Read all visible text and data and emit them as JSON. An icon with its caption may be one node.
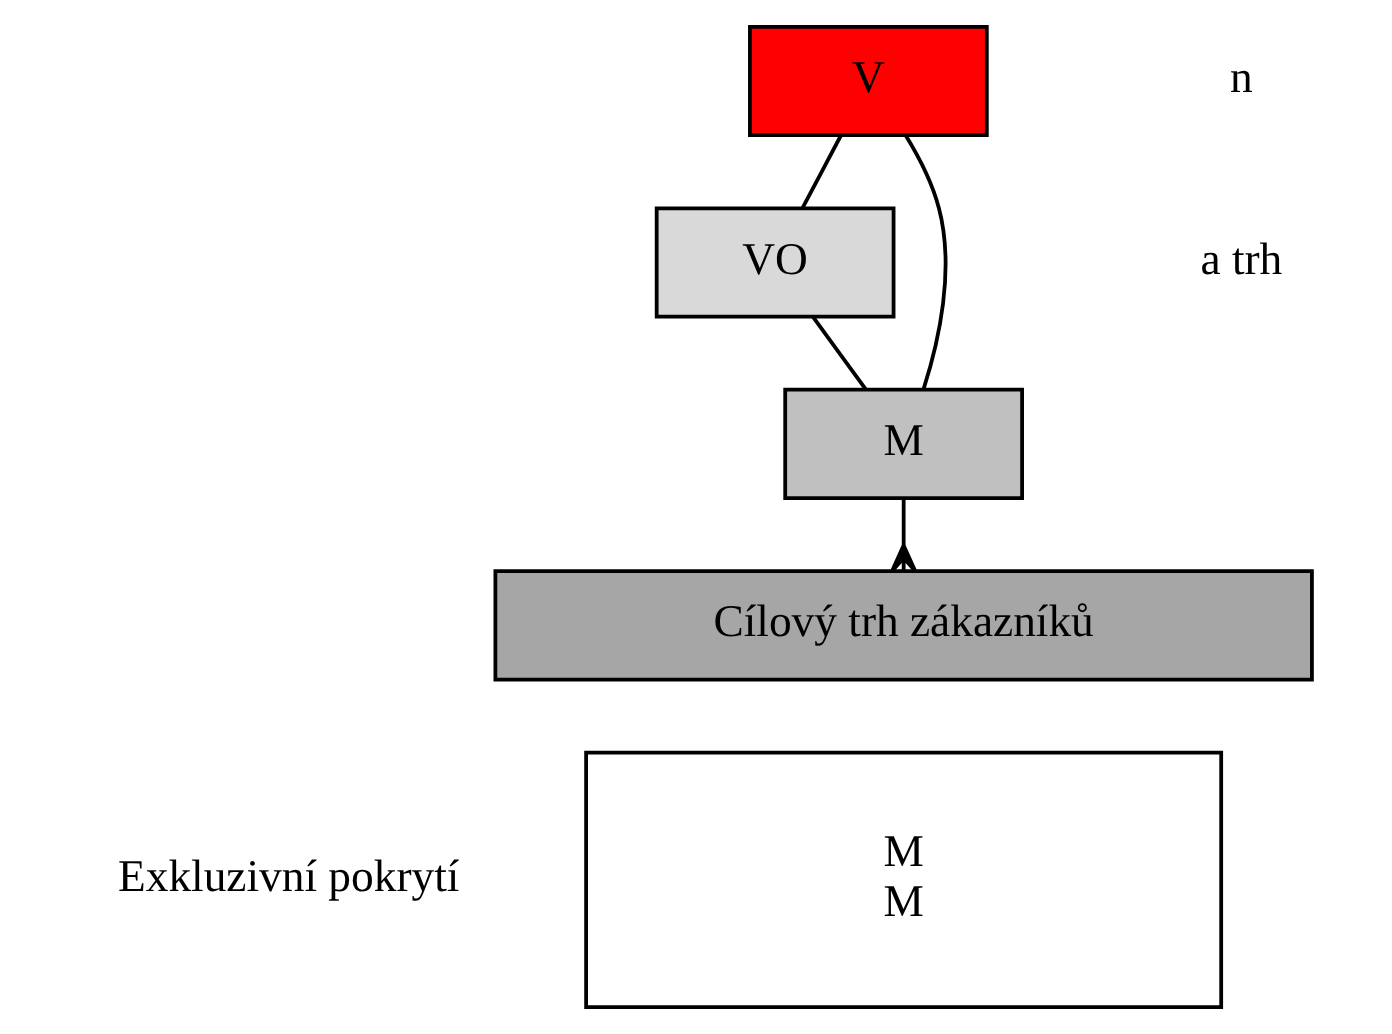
{
  "diagram": {
    "nodes": [
      {
        "text": [
          "V"
        ]
      },
      {
        "text": [
          "VO"
        ]
      },
      {
        "text": [
          "M"
        ]
      },
      {
        "text": [
          "Cílový trh zákazníků"
        ]
      },
      {
        "text": [
          "M",
          "M"
        ]
      }
    ],
    "edges": [
      {
        "from": 0,
        "to": 1,
        "arrow": "none"
      },
      {
        "from": 1,
        "to": 2,
        "arrow": "none"
      },
      {
        "from": 0,
        "to": 2,
        "arrow": "none"
      },
      {
        "from": 2,
        "to": 3,
        "arrow": "other"
      }
    ],
    "labels": [
      "n",
      "a trh",
      "Exkluzivní pokrytí"
    ]
  }
}
